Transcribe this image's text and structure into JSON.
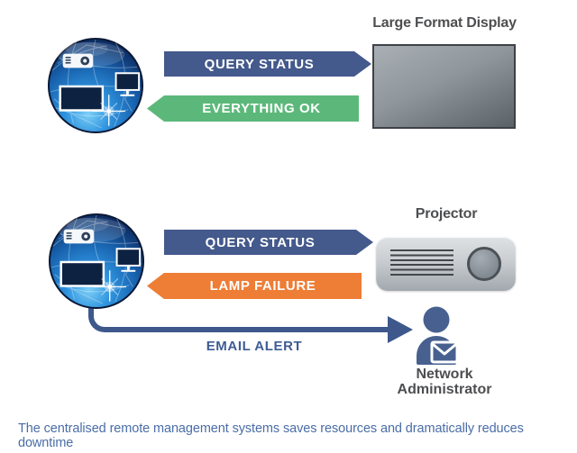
{
  "colors": {
    "query_blue": "#44598C",
    "ok_green": "#5CB87A",
    "failure_orange": "#EE7D36",
    "email_line_blue": "#3E588C",
    "device_label_gray": "#4D4E50",
    "caption_blue": "#4A6DA7",
    "admin_person_blue": "#47608F"
  },
  "top_flow": {
    "source_icon": "network-management-globe",
    "query_arrow": {
      "label": "QUERY STATUS",
      "direction": "right"
    },
    "response_arrow": {
      "label": "EVERYTHING OK",
      "direction": "left"
    },
    "device": {
      "label": "Large Format Display"
    }
  },
  "bottom_flow": {
    "source_icon": "network-management-globe",
    "query_arrow": {
      "label": "QUERY STATUS",
      "direction": "right"
    },
    "response_arrow": {
      "label": "LAMP FAILURE",
      "direction": "left"
    },
    "device": {
      "label": "Projector"
    },
    "email_alert": {
      "label": "EMAIL ALERT",
      "recipient": "Network Administrator"
    }
  },
  "caption": "The centralised remote management systems saves resources and dramatically reduces downtime"
}
